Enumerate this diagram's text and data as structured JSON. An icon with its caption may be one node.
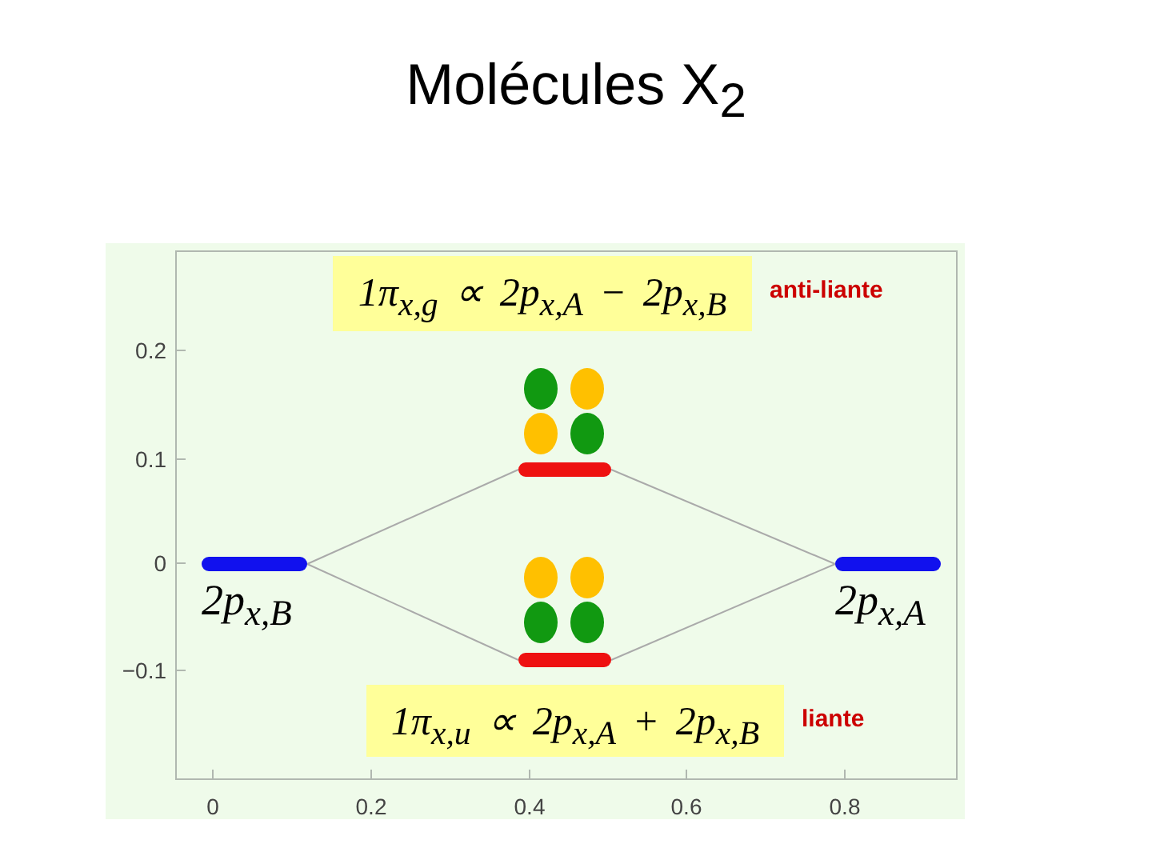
{
  "diagram": {
    "title": "Molécules X$_{2}$",
    "nodes": [
      {
        "text": [
          "1π$_{x,g}$ ∝ 2p$_{x,A}$ − 2p$_{x,B}$"
        ],
        "beside": [
          "anti-liante"
        ]
      },
      {
        "text": [],
        "shape": "bar"
      },
      {
        "text": [
          "2p$_{x,B}$"
        ]
      },
      {
        "text": [
          "2p$_{x,A}$"
        ]
      },
      {
        "text": [],
        "shape": "bar"
      },
      {
        "text": [
          "1π$_{x,u}$ ∝ 2p$_{x,A}$ + 2p$_{x,B}$"
        ],
        "beside": [
          "liante"
        ]
      }
    ],
    "edges": [
      {
        "from": 2,
        "to": 1,
        "arrow": "none"
      },
      {
        "from": 1,
        "to": 3,
        "arrow": "none"
      },
      {
        "from": 2,
        "to": 4,
        "arrow": "none"
      },
      {
        "from": 4,
        "to": 3,
        "arrow": "none"
      }
    ],
    "labels": [
      "0.2",
      "0.1",
      "0",
      "−0.1",
      "0",
      "0.2",
      "0.4",
      "0.6",
      "0.8"
    ]
  }
}
